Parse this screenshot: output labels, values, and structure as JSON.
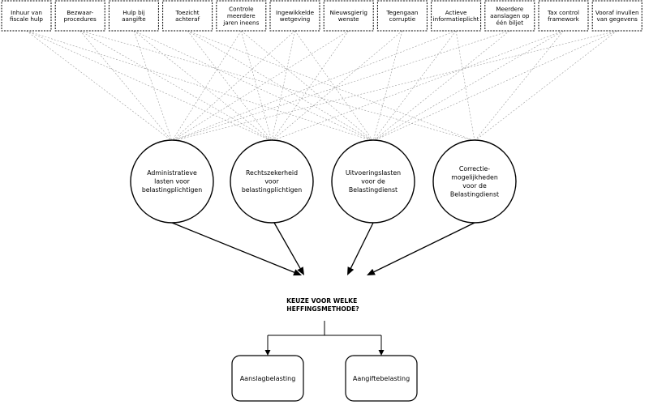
{
  "factors": [
    {
      "lines": [
        "Inhuur van",
        "fiscale hulp"
      ]
    },
    {
      "lines": [
        "Bezwaar-",
        "procedures"
      ]
    },
    {
      "lines": [
        "Hulp bij",
        "aangifte"
      ]
    },
    {
      "lines": [
        "Toezicht",
        "achteraf"
      ]
    },
    {
      "lines": [
        "Controle",
        "meerdere",
        "jaren ineens"
      ]
    },
    {
      "lines": [
        "Ingewikkelde",
        "wetgeving"
      ]
    },
    {
      "lines": [
        "Nieuwsgierig",
        "wenste"
      ]
    },
    {
      "lines": [
        "Tegengaan",
        "corruptie"
      ]
    },
    {
      "lines": [
        "Actieve",
        "informatieplicht"
      ]
    },
    {
      "lines": [
        "Meerdere",
        "aanslagen op",
        "één biljet"
      ]
    },
    {
      "lines": [
        "Tax control",
        "framework"
      ]
    },
    {
      "lines": [
        "Vooraf invullen",
        "van gegevens"
      ]
    }
  ],
  "criteria": [
    {
      "lines": [
        "Administratieve",
        "lasten voor",
        "belastingplichtigen"
      ]
    },
    {
      "lines": [
        "Rechtszekerheid",
        "voor",
        "belastingplichtigen"
      ]
    },
    {
      "lines": [
        "Uitvoeringslasten",
        "voor de",
        "Belastingdienst"
      ]
    },
    {
      "lines": [
        "Correctie-",
        "mogelijkheden",
        "voor de",
        "Belastingdienst"
      ]
    }
  ],
  "decision": {
    "lines": [
      "KEUZE VOOR WELKE",
      "HEFFINGSMETHODE?"
    ]
  },
  "methods": [
    {
      "label": "Aanslagbelasting"
    },
    {
      "label": "Aangiftebelasting"
    }
  ],
  "links": [
    [
      0,
      0
    ],
    [
      0,
      1
    ],
    [
      0,
      2
    ],
    [
      1,
      0
    ],
    [
      1,
      1
    ],
    [
      1,
      3
    ],
    [
      2,
      0
    ],
    [
      2,
      1
    ],
    [
      2,
      2
    ],
    [
      3,
      1
    ],
    [
      3,
      2
    ],
    [
      3,
      3
    ],
    [
      4,
      0
    ],
    [
      4,
      1
    ],
    [
      4,
      2
    ],
    [
      5,
      0
    ],
    [
      5,
      1
    ],
    [
      5,
      2
    ],
    [
      6,
      0
    ],
    [
      6,
      1
    ],
    [
      7,
      1
    ],
    [
      7,
      2
    ],
    [
      8,
      0
    ],
    [
      8,
      2
    ],
    [
      8,
      3
    ],
    [
      9,
      0
    ],
    [
      9,
      2
    ],
    [
      10,
      1
    ],
    [
      10,
      2
    ],
    [
      10,
      3
    ],
    [
      11,
      0
    ],
    [
      11,
      2
    ],
    [
      11,
      3
    ]
  ]
}
